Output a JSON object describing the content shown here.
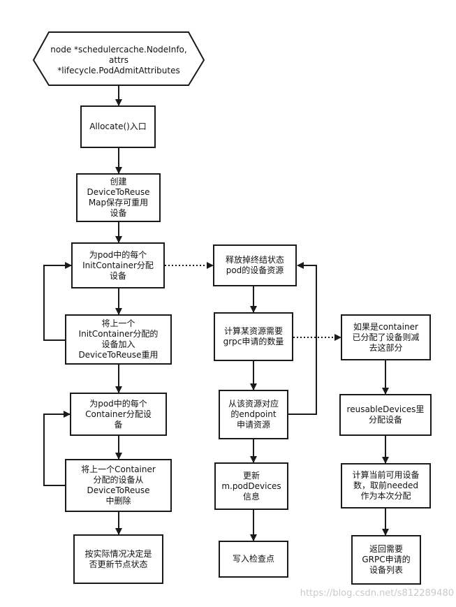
{
  "start": {
    "text": "node *schedulercache.NodeInfo,\nattrs\n*lifecycle.PodAdmitAttributes"
  },
  "left": [
    "Allocate()入口",
    "创建\nDeviceToReuse\nMap保存可重用\n设备",
    "为pod中的每个\nInitContainer分配\n设备",
    "将上一个\nInitContainer分配的\n设备加入\nDeviceToReuse重用",
    "为pod中的每个\nContainer分配设\n备",
    "将上一个Container\n分配的设备从\nDeviceToReuse\n中删除",
    "按实际情况决定是\n否更新节点状态"
  ],
  "middle": [
    "释放掉终结状态\npod的设备资源",
    "计算某资源需要\ngrpc申请的数量",
    "从该资源对应\n的endpoint\n申请资源",
    "更新\nm.podDevices\n信息",
    "写入检查点"
  ],
  "right": [
    "如果是container\n已分配了设备则减\n去这部分",
    "reusableDevices里\n分配设备",
    "计算当前可用设备\n数，取前needed\n作为本次分配",
    "返回需要\nGRPC申请的\n设备列表"
  ],
  "watermark": "https://blog.csdn.net/s812289480",
  "colors": {
    "stroke": "#1a1a1a",
    "text": "#111111",
    "watermark": "#c9c9c9"
  }
}
